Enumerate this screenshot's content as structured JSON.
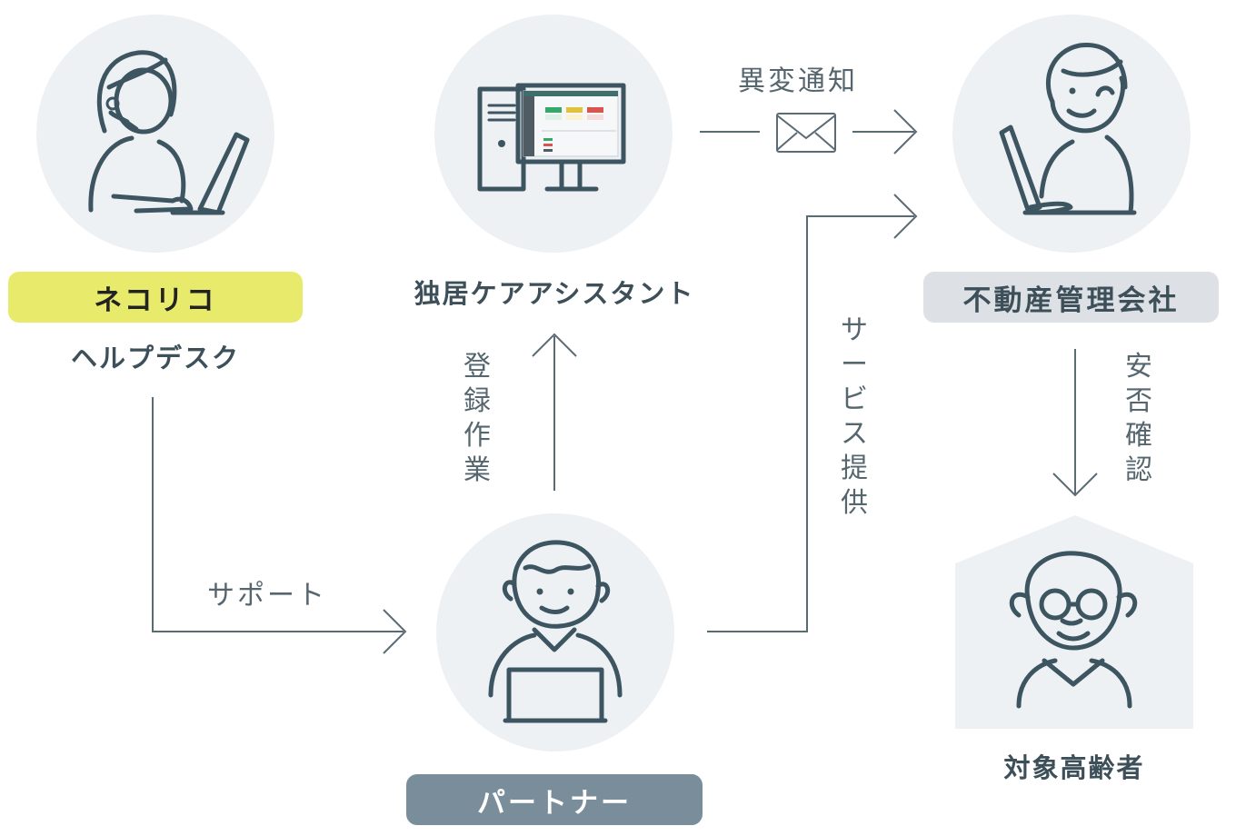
{
  "nodes": {
    "helpdesk": {
      "name": "ネコリコ",
      "sub": "ヘルプデスク",
      "pill_color": "#e8ea6c"
    },
    "system": {
      "name": "独居ケアアシスタント"
    },
    "manager": {
      "name": "不動産管理会社",
      "pill_color": "#dde1e5"
    },
    "partner": {
      "name": "パートナー",
      "pill_color": "#7a8d9b"
    },
    "elderly": {
      "name": "対象高齢者"
    }
  },
  "edges": {
    "anomaly_notice": "異変通知",
    "registration": [
      "登",
      "録",
      "作",
      "業"
    ],
    "service": [
      "サ",
      "ー",
      "ビ",
      "ス",
      "提",
      "供"
    ],
    "safety_check": [
      "安",
      "否",
      "確",
      "認"
    ],
    "support": "サポート"
  },
  "icons": {
    "helpdesk": "operator-woman-laptop-icon",
    "system": "desktop-computer-icon",
    "manager": "man-laptop-icon",
    "partner": "worker-laptop-icon",
    "elderly": "elderly-man-glasses-icon",
    "mail": "envelope-icon"
  }
}
